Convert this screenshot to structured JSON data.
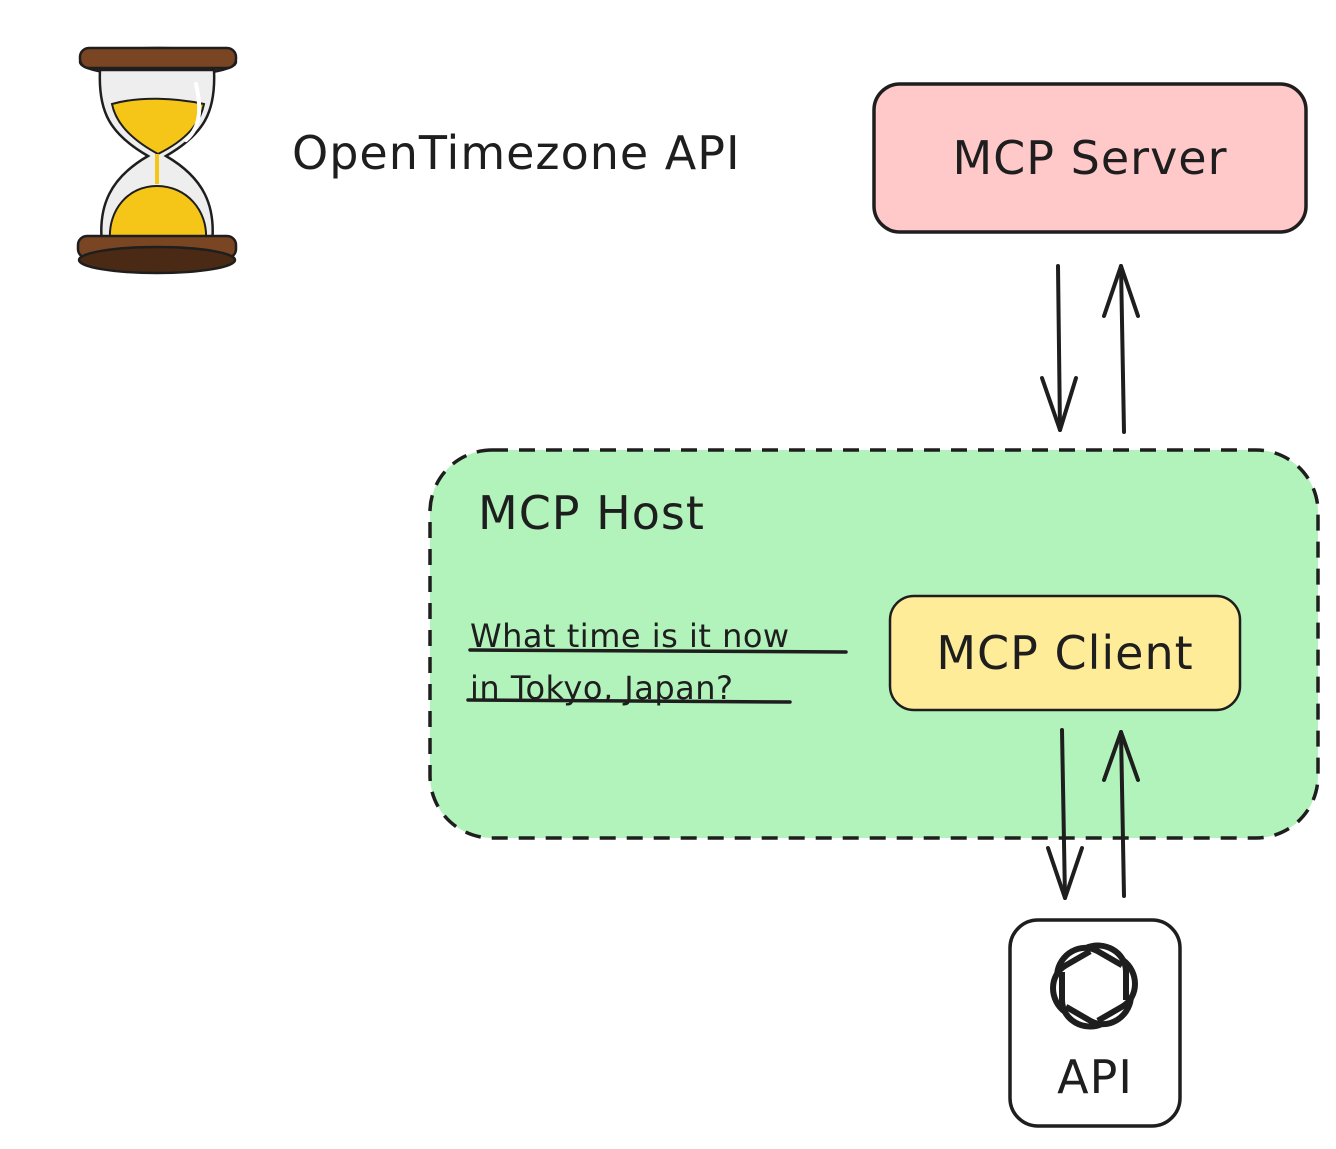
{
  "diagram": {
    "external_api_title": "OpenTimezone API",
    "mcp_server_label": "MCP Server",
    "mcp_host_title": "MCP Host",
    "user_question_line1": "What time is it now",
    "user_question_line2": "in Tokyo, Japan?",
    "mcp_client_label": "MCP Client",
    "llm_api_label": "API"
  },
  "colors": {
    "server_fill": "#ffc9c9",
    "host_fill": "#b2f2bb",
    "client_fill": "#ffec99",
    "stroke": "#1e1e1e",
    "hourglass_wood": "#6b3a1f",
    "hourglass_sand": "#f5c518"
  },
  "icons": {
    "hourglass": "hourglass-icon",
    "llm_logo": "openai-logo-icon"
  }
}
